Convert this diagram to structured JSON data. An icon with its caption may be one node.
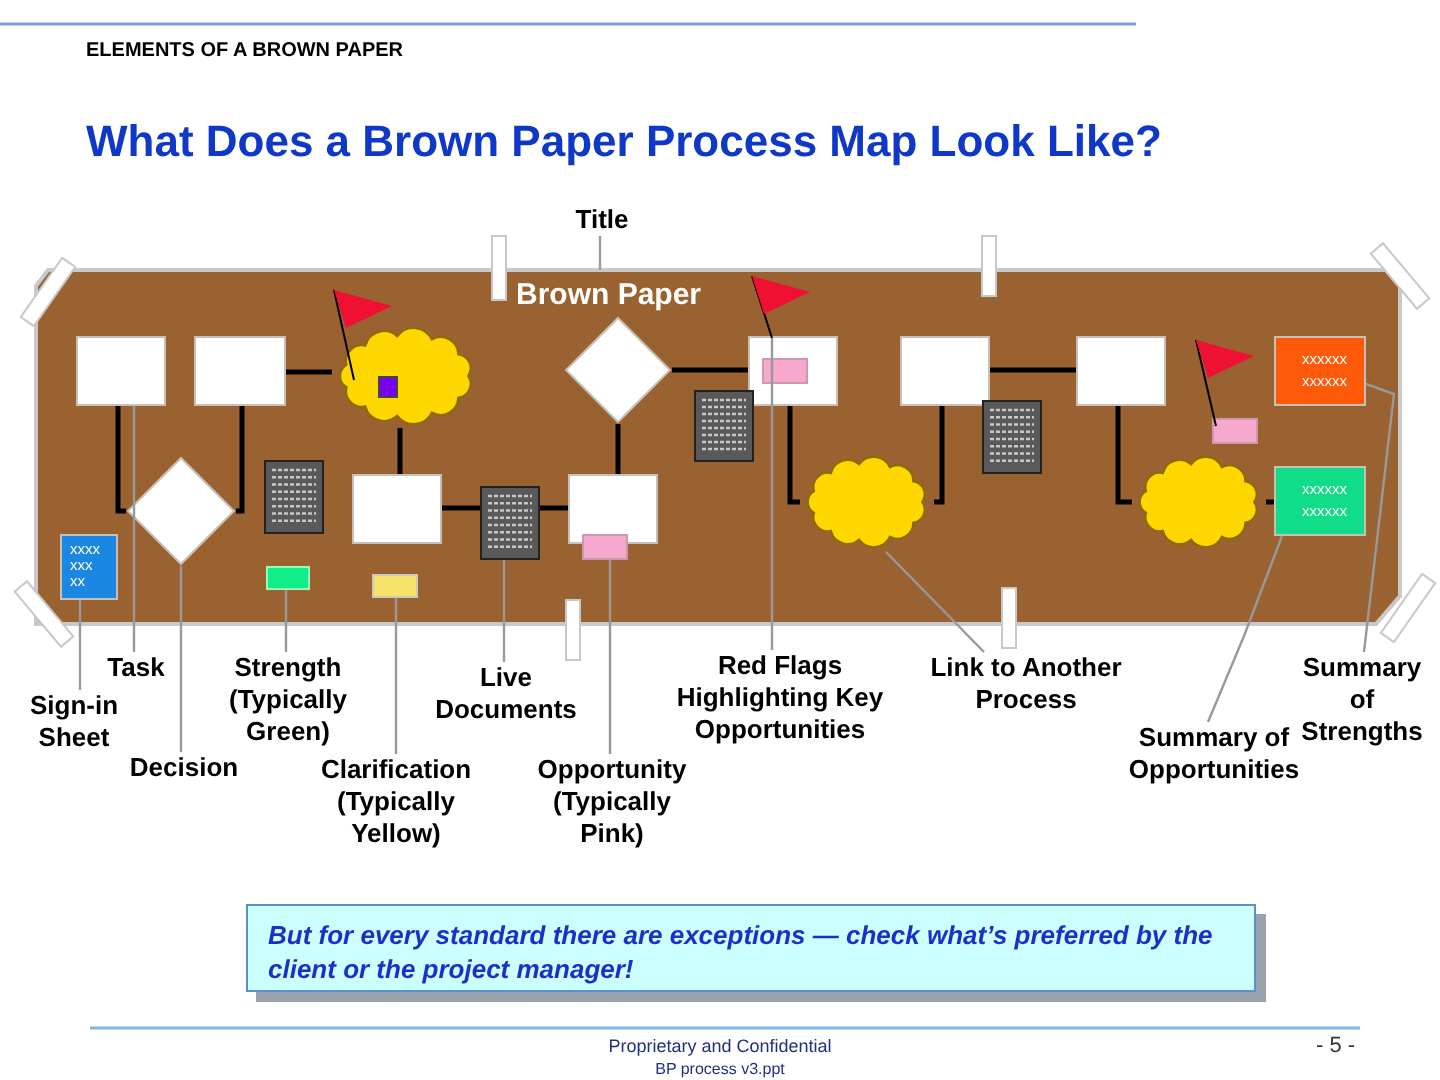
{
  "diagram": {
    "title": "What Does a Brown Paper Process Map Look Like?",
    "nodes": [
      {
        "text": [
          "Brown Paper"
        ]
      },
      {
        "text": [],
        "shape": "box",
        "in": 0
      },
      {
        "text": [],
        "shape": "box",
        "in": 0
      },
      {
        "text": [],
        "shape": "cloud",
        "in": 0
      },
      {
        "text": [],
        "shape": "diamond",
        "in": 0
      },
      {
        "text": [],
        "shape": "box",
        "in": 0
      },
      {
        "text": [],
        "shape": "box",
        "in": 0
      },
      {
        "text": [],
        "shape": "box",
        "in": 0
      },
      {
        "text": [
          "xxxxxx",
          "xxxxxx"
        ],
        "in": 0
      },
      {
        "text": [],
        "shape": "diamond",
        "in": 0
      },
      {
        "text": [],
        "shape": "box",
        "in": 0
      },
      {
        "text": [],
        "shape": "document",
        "in": 0
      },
      {
        "text": [],
        "shape": "box",
        "in": 0
      },
      {
        "text": [],
        "shape": "cloud",
        "in": 0
      },
      {
        "text": [],
        "shape": "cloud",
        "in": 0
      },
      {
        "text": [
          "xxxxxx",
          "xxxxxx"
        ],
        "in": 0
      },
      {
        "text": [
          "xxxx xxx xx"
        ],
        "in": 0
      },
      {
        "text": [],
        "shape": "box",
        "in": 0
      },
      {
        "text": [],
        "shape": "box",
        "in": 0
      },
      {
        "text": [],
        "shape": "box",
        "in": 0
      },
      {
        "text": [],
        "shape": "flag",
        "in": 0
      },
      {
        "text": [
          "Title"
        ]
      },
      {
        "text": [
          "Task"
        ]
      },
      {
        "text": [
          "Strength (Typically Green)"
        ]
      },
      {
        "text": [
          "Live Documents"
        ]
      },
      {
        "text": [
          "Red Flags Highlighting Key Opportunities"
        ]
      },
      {
        "text": [
          "Link to Another Process"
        ]
      },
      {
        "text": [
          "Summary of Strengths"
        ]
      },
      {
        "text": [
          "Sign-in Sheet"
        ]
      },
      {
        "text": [
          "Summary of Opportunities"
        ]
      },
      {
        "text": [
          "Decision"
        ]
      },
      {
        "text": [
          "Clarification (Typically Yellow)"
        ]
      },
      {
        "text": [
          "Opportunity (Typically Pink)"
        ]
      },
      {
        "text": [
          "But for every standard there are exceptions — check what’s preferred by the client or the project manager!"
        ]
      },
      {
        "text": [],
        "shape": "document",
        "in": 0
      },
      {
        "text": [],
        "shape": "document",
        "in": 0
      },
      {
        "text": [],
        "shape": "document",
        "in": 0
      },
      {
        "text": [],
        "shape": "flag",
        "in": 0
      },
      {
        "text": [],
        "shape": "flag",
        "in": 0
      },
      {
        "text": [],
        "shape": "box",
        "in": 5
      },
      {
        "text": [],
        "shape": "box",
        "in": 0
      },
      {
        "text": [],
        "shape": "box",
        "in": 3
      }
    ],
    "edges": [
      {
        "from": 1,
        "to": 9,
        "arrow": "none"
      },
      {
        "from": 2,
        "to": 9,
        "arrow": "none"
      },
      {
        "from": 2,
        "to": 3,
        "arrow": "none"
      },
      {
        "from": 3,
        "to": 10,
        "arrow": "none"
      },
      {
        "from": 10,
        "to": 11,
        "arrow": "none"
      },
      {
        "from": 11,
        "to": 12,
        "arrow": "none"
      },
      {
        "from": 4,
        "to": 12,
        "arrow": "none"
      },
      {
        "from": 4,
        "to": 5,
        "arrow": "none"
      },
      {
        "from": 5,
        "to": 13,
        "arrow": "none"
      },
      {
        "from": 6,
        "to": 13,
        "arrow": "none"
      },
      {
        "from": 6,
        "to": 7,
        "arrow": "none"
      },
      {
        "from": 7,
        "to": 14,
        "arrow": "none"
      },
      {
        "from": 14,
        "to": 15,
        "arrow": "none"
      },
      {
        "from": 21,
        "to": 0,
        "arrow": "none",
        "color": "#999999"
      },
      {
        "from": 22,
        "to": 1,
        "arrow": "none",
        "color": "#999999"
      },
      {
        "from": 28,
        "to": 16,
        "arrow": "none",
        "color": "#999999"
      },
      {
        "from": 30,
        "to": 9,
        "arrow": "none",
        "color": "#999999"
      },
      {
        "from": 23,
        "to": 17,
        "arrow": "none",
        "color": "#999999"
      },
      {
        "from": 31,
        "to": 18,
        "arrow": "none",
        "color": "#999999"
      },
      {
        "from": 24,
        "to": 11,
        "arrow": "none",
        "color": "#999999"
      },
      {
        "from": 32,
        "to": 19,
        "arrow": "none",
        "color": "#999999"
      },
      {
        "from": 25,
        "to": 20,
        "arrow": "none",
        "color": "#999999"
      },
      {
        "from": 26,
        "to": 13,
        "arrow": "none",
        "color": "#999999"
      },
      {
        "from": 29,
        "to": 15,
        "arrow": "none",
        "color": "#999999"
      },
      {
        "from": 27,
        "to": 8,
        "arrow": "none",
        "color": "#999999"
      }
    ],
    "labels": [
      "ELEMENTS OF A BROWN PAPER",
      "Proprietary and Confidential",
      "BP process v3.ppt",
      "- 5 -"
    ]
  }
}
